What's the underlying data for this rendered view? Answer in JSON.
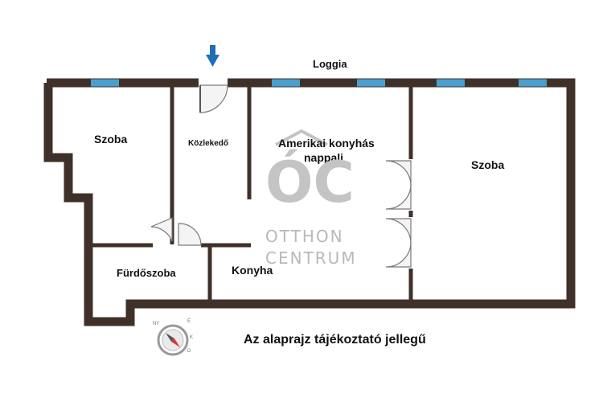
{
  "rooms": {
    "loggia": "Loggia",
    "szoba_left": "Szoba",
    "kozlekedo": "Közlekedő",
    "nappali_line1": "Amerikai konyhás",
    "nappali_line2": "nappali",
    "szoba_right": "Szoba",
    "furdoszoba": "Fürdőszoba",
    "konyha": "Konyha"
  },
  "watermark": {
    "logo_text": "ÓC",
    "line1": "OTTHON",
    "line2": "CENTRUM"
  },
  "compass_letters": [
    "É",
    "K",
    "D",
    "NY"
  ],
  "disclaimer": "Az alaprajz tájékoztató jellegű",
  "colors": {
    "wall": "#3f312a",
    "window": "#4a9fce",
    "entrance_arrow": "#1f6fb6",
    "watermark": "#b9b9b9",
    "compass_needle": "#d93a3a"
  }
}
